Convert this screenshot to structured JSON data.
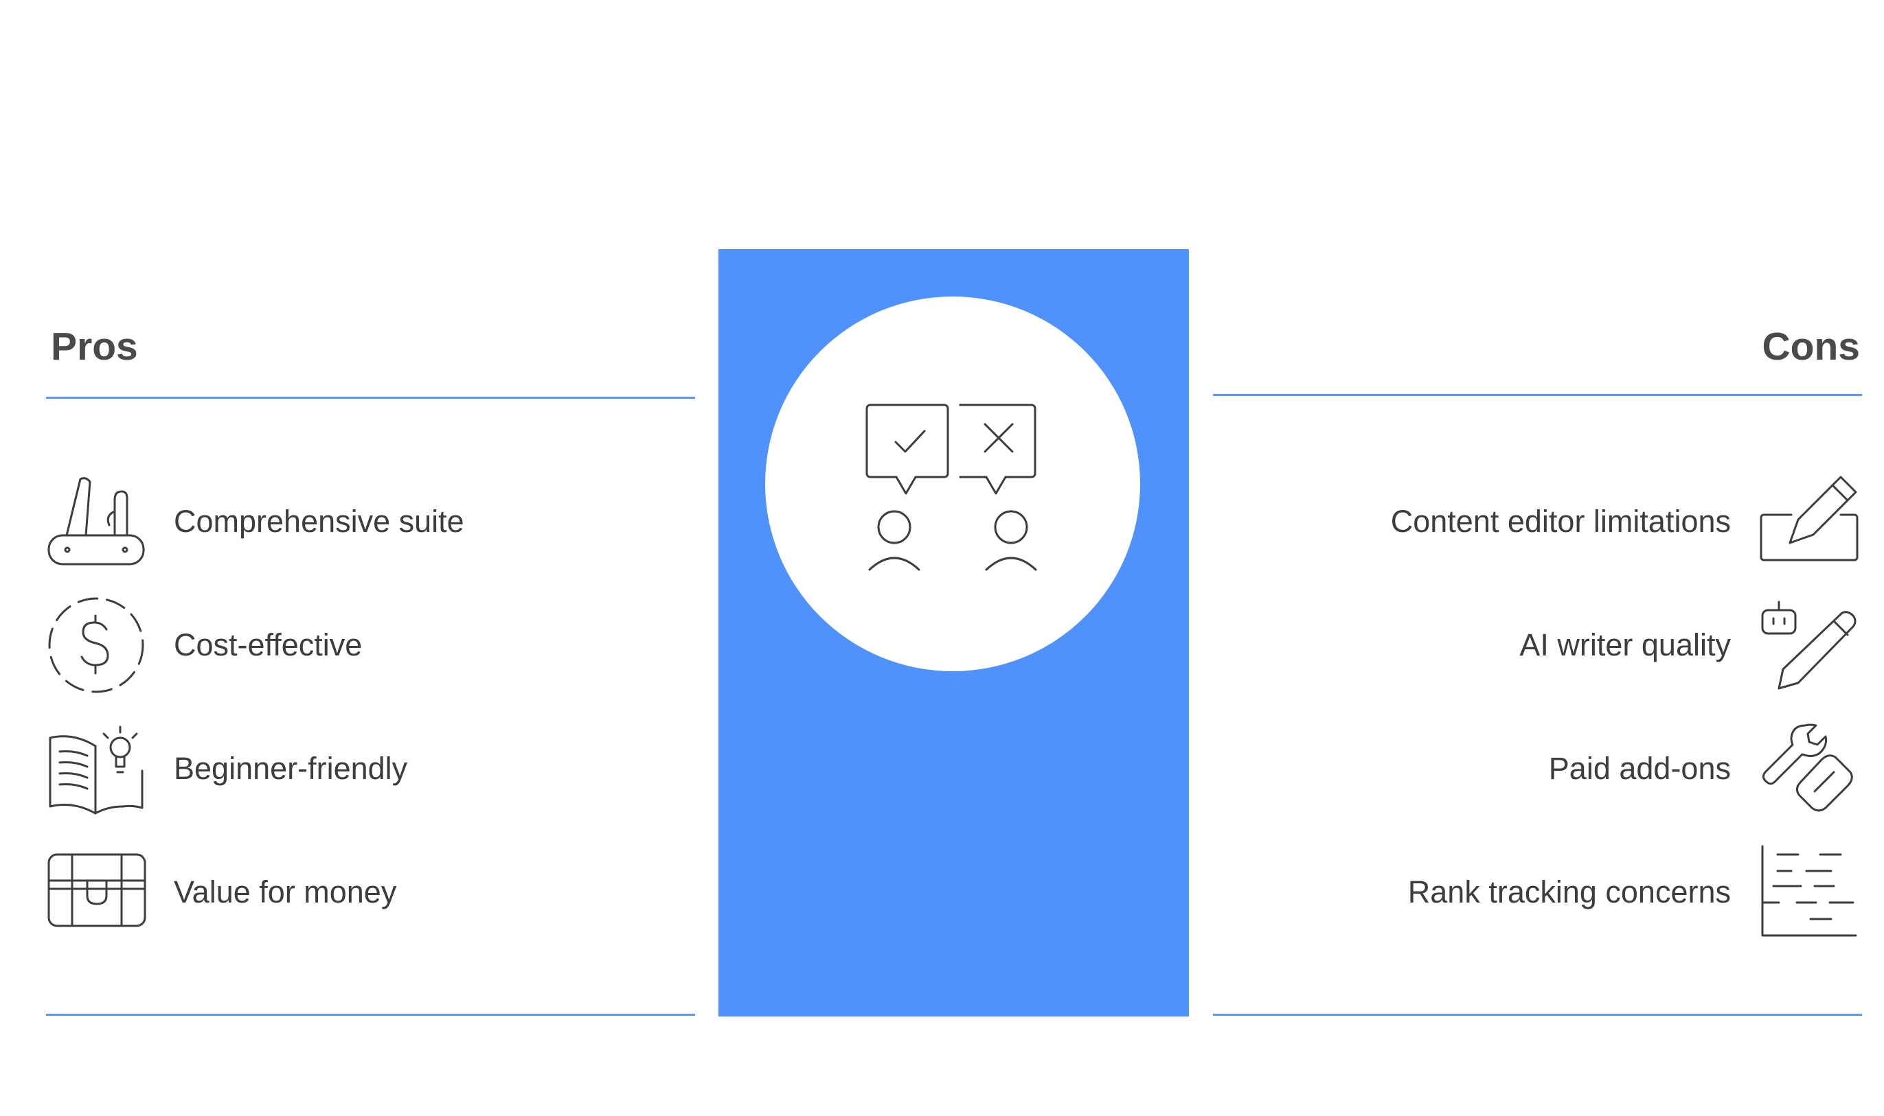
{
  "pros": {
    "title": "Pros",
    "items": [
      {
        "label": "Comprehensive suite",
        "icon": "swiss-army-knife-icon"
      },
      {
        "label": "Cost-effective",
        "icon": "dollar-circle-icon"
      },
      {
        "label": "Beginner-friendly",
        "icon": "book-lightbulb-icon"
      },
      {
        "label": "Value for money",
        "icon": "treasure-chest-icon"
      }
    ]
  },
  "cons": {
    "title": "Cons",
    "items": [
      {
        "label": "Content editor limitations",
        "icon": "pencil-editor-icon"
      },
      {
        "label": "AI writer quality",
        "icon": "robot-pencil-icon"
      },
      {
        "label": "Paid add-ons",
        "icon": "wrench-link-icon"
      },
      {
        "label": "Rank tracking concerns",
        "icon": "chart-lines-icon"
      }
    ]
  },
  "center": {
    "icon": "people-agree-disagree-icon"
  },
  "colors": {
    "accent": "#5092fc",
    "rule": "#5b96f5",
    "text": "#3d3d3d",
    "heading": "#4a4a4a"
  }
}
